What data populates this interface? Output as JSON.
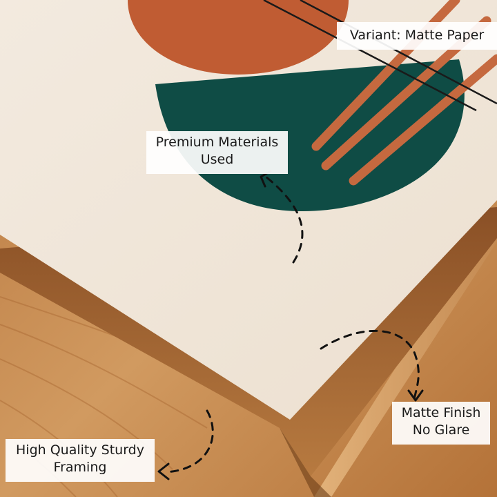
{
  "colors": {
    "paper": "#f1e7da",
    "terracotta": "#c05c33",
    "teal": "#0f4c45",
    "wood": "#c98a4e",
    "line": "#1a1a1a"
  },
  "callouts": {
    "variant": {
      "text": "Variant: Matte Paper"
    },
    "premium": {
      "line1": "Premium Materials",
      "line2": "Used"
    },
    "matte": {
      "line1": "Matte Finish",
      "line2": "No Glare"
    },
    "framing": {
      "line1": "High Quality Sturdy",
      "line2": "Framing"
    }
  }
}
